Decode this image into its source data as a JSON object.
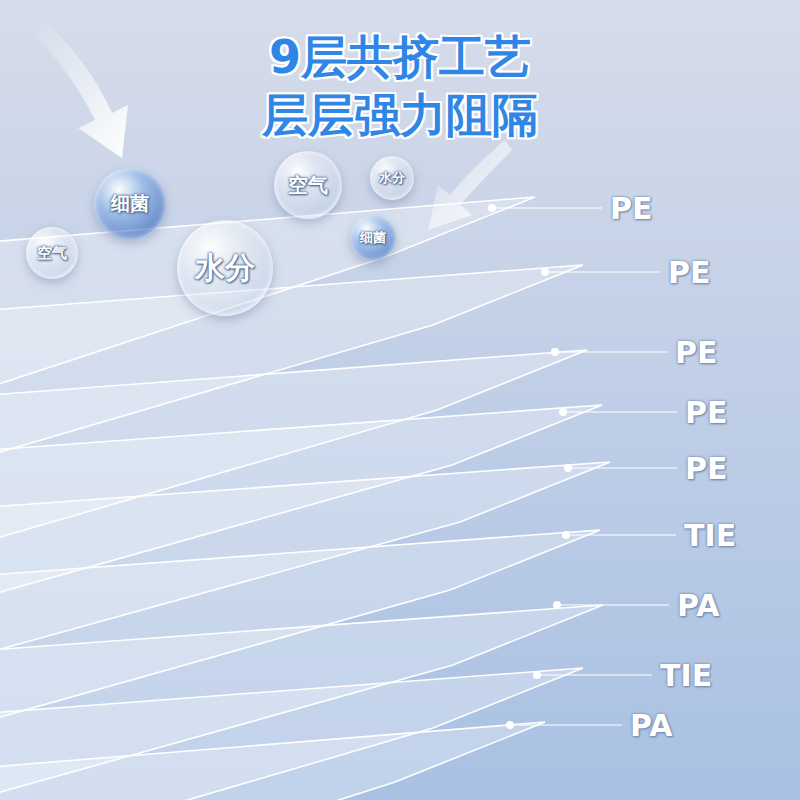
{
  "diagram": {
    "title": "9层共挤工艺 层层强力阻隔",
    "nodes": [
      {
        "text": [
          "水分"
        ]
      },
      {
        "text": [
          "空气"
        ]
      },
      {
        "text": [
          "细菌"
        ]
      },
      {
        "text": [
          "细菌"
        ]
      },
      {
        "text": [
          "空气"
        ]
      },
      {
        "text": [
          "水分"
        ]
      }
    ],
    "labels": [
      "PE",
      "PE",
      "PE",
      "PE",
      "PE",
      "TIE",
      "PA",
      "TIE",
      "PA"
    ]
  }
}
